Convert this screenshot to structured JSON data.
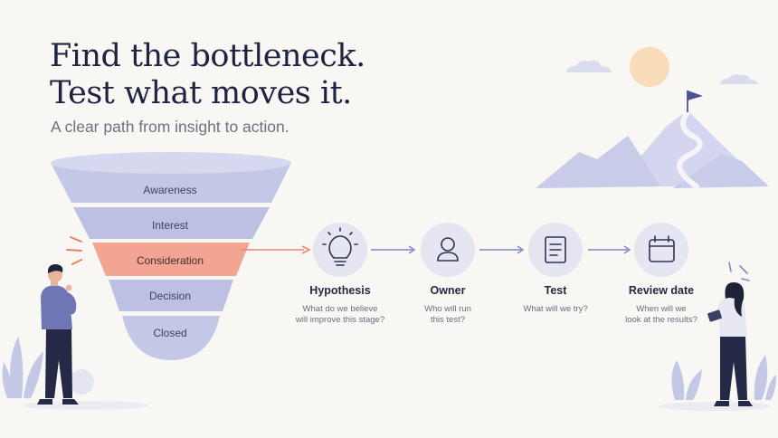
{
  "headline": {
    "line1": "Find the bottleneck.",
    "line2": "Test what moves it.",
    "subtitle": "A clear path from insight to action."
  },
  "funnel": {
    "stages": [
      {
        "label": "Awareness",
        "highlighted": false
      },
      {
        "label": "Interest",
        "highlighted": false
      },
      {
        "label": "Consideration",
        "highlighted": true
      },
      {
        "label": "Decision",
        "highlighted": false
      },
      {
        "label": "Closed",
        "highlighted": false
      }
    ],
    "colors": {
      "stage": "#c5c9e6",
      "stage_dark": "#aeb3da",
      "highlight": "#f2a593",
      "arrow": "#ee8672"
    }
  },
  "steps": [
    {
      "title": "Hypothesis",
      "question": [
        "What do we believe",
        "will improve this stage?"
      ],
      "icon": "lightbulb-icon"
    },
    {
      "title": "Owner",
      "question": [
        "Who will run",
        "this test?"
      ],
      "icon": "user-icon"
    },
    {
      "title": "Test",
      "question": [
        "What will we try?"
      ],
      "icon": "checklist-icon"
    },
    {
      "title": "Review date",
      "question": [
        "When will we",
        "look at the results?"
      ],
      "icon": "calendar-icon"
    }
  ],
  "palette": {
    "navy": "#232845",
    "lavender": "#b9bde0",
    "circle": "#e4e5f1",
    "connector": "#7f86c8",
    "sun": "#f7d9b5",
    "mountain": "#cfd3ec"
  }
}
